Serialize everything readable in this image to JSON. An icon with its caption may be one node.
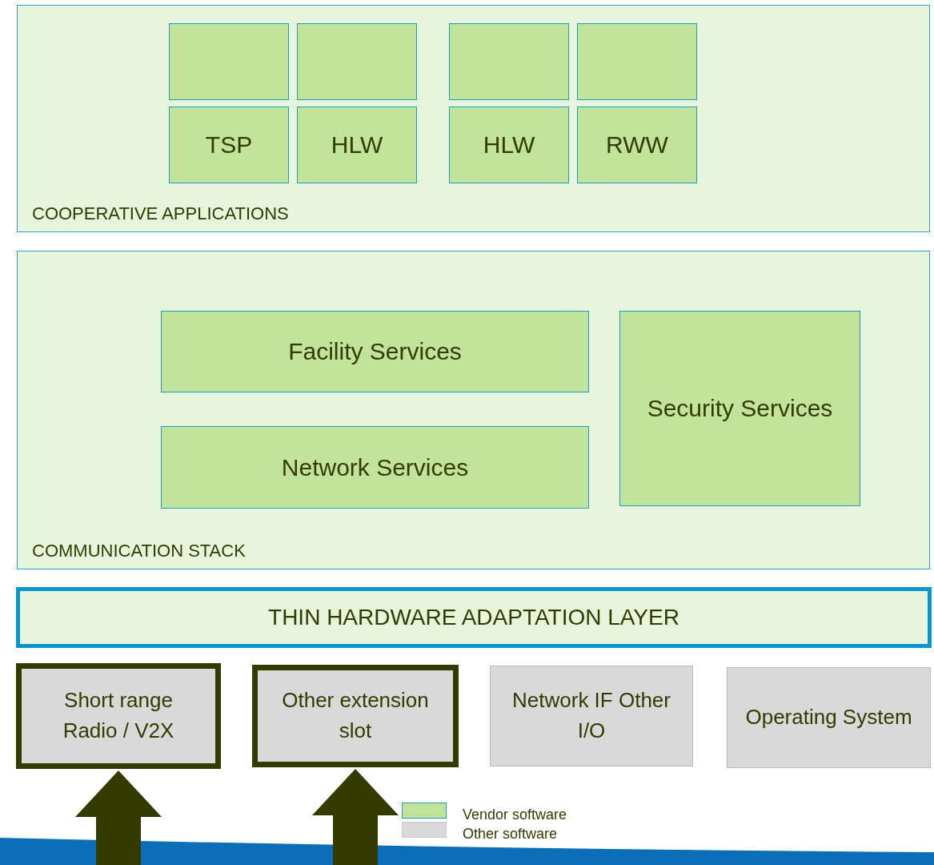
{
  "diagram": {
    "nodes": [
      {
        "text": [
          "COOPERATIVE APPLICATIONS"
        ]
      },
      {
        "text": [],
        "shape": "box",
        "in": 0
      },
      {
        "text": [],
        "shape": "box",
        "in": 0
      },
      {
        "text": [
          "TSP"
        ],
        "in": 0
      },
      {
        "text": [
          "HLW"
        ],
        "in": 0
      },
      {
        "text": [],
        "shape": "box",
        "in": 0
      },
      {
        "text": [],
        "shape": "box",
        "in": 0
      },
      {
        "text": [
          "HLW"
        ],
        "in": 0
      },
      {
        "text": [
          "RWW"
        ],
        "in": 0
      },
      {
        "text": [
          "COMMUNICATION STACK"
        ]
      },
      {
        "text": [
          "Facility Services"
        ],
        "in": 9
      },
      {
        "text": [
          "Network Services"
        ],
        "in": 9
      },
      {
        "text": [
          "Security Services"
        ],
        "in": 9
      },
      {
        "text": [
          "THIN HARDWARE ADAPTATION LAYER"
        ]
      },
      {
        "text": [
          "Short range Radio / V2X"
        ]
      },
      {
        "text": [
          "Other extension slot"
        ]
      },
      {
        "text": [
          "Network IF Other I/O"
        ]
      },
      {
        "text": [
          "Operating System"
        ]
      },
      {
        "text": [],
        "shape": "band"
      }
    ],
    "edges": [
      {
        "from": 18,
        "to": 14,
        "arrow": "to",
        "style": "thick"
      },
      {
        "from": 18,
        "to": 15,
        "arrow": "to",
        "style": "thick"
      }
    ],
    "legend": [
      {
        "text": "Vendor software",
        "color": "#c1e39a"
      },
      {
        "text": "Other software",
        "color": "#d9d9d9"
      }
    ]
  }
}
